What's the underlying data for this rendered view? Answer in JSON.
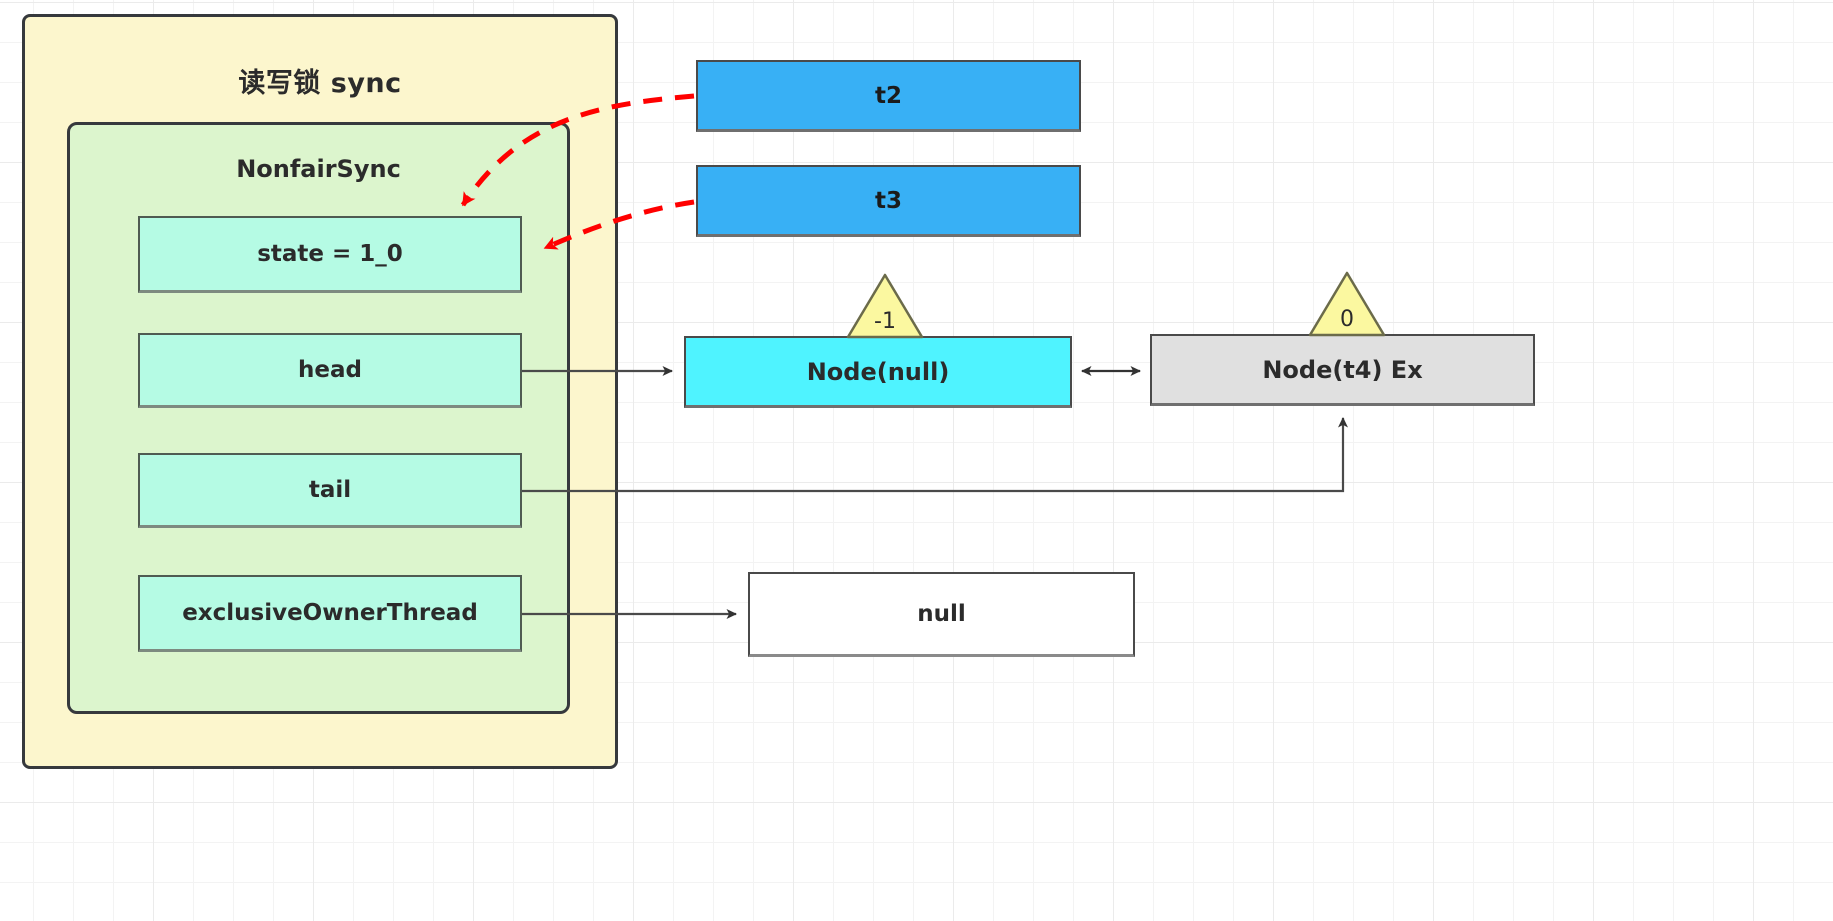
{
  "diagram": {
    "title": "读写锁 sync",
    "outer_container": {
      "label": "读写锁 sync",
      "fill": "#fcf6cd",
      "stroke": "#36393d"
    },
    "inner_container": {
      "label": "NonfairSync",
      "fill": "#dcf5cd",
      "stroke": "#36393d"
    },
    "fields": [
      {
        "name": "state",
        "label": "state = 1_0"
      },
      {
        "name": "head",
        "label": "head"
      },
      {
        "name": "tail",
        "label": "tail"
      },
      {
        "name": "exclusiveOwnerThread",
        "label": "exclusiveOwnerThread"
      }
    ],
    "threads": [
      {
        "name": "t2",
        "label": "t2",
        "fill": "#38b0f5"
      },
      {
        "name": "t3",
        "label": "t3",
        "fill": "#38b0f5"
      }
    ],
    "queue_nodes": [
      {
        "name": "head-node",
        "label": "Node(null)",
        "wait_status": "-1",
        "fill": "#4ff3ff"
      },
      {
        "name": "tail-node",
        "label": "Node(t4) Ex",
        "wait_status": "0",
        "fill": "#e0e0e0"
      }
    ],
    "owner_value": {
      "label": "null",
      "fill": "#ffffff"
    },
    "colors": {
      "accent_red": "#ff0000",
      "connector": "#4a4a4a",
      "triangle_fill": "#fbf8a0",
      "grid_minor": "#f3f3f3",
      "grid_major": "#ebebeb"
    }
  }
}
